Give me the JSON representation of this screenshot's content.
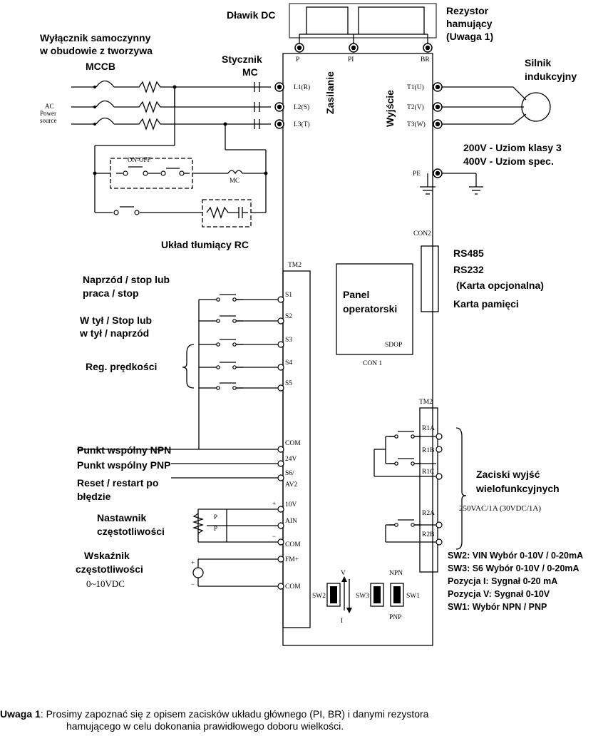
{
  "labels": {
    "dc_choke": "Dławik DC",
    "brake_resistor": [
      "Rezystor",
      "hamujący",
      "(Uwaga 1)"
    ],
    "mccb_title": [
      "Wyłącznik samoczynny",
      "w obudowie z tworzywa",
      "MCCB"
    ],
    "contactor": [
      "Stycznik",
      "MC"
    ],
    "ac_source": [
      "AC",
      "Power",
      "source"
    ],
    "supply": "Zasilanie",
    "output": "Wyjście",
    "motor": [
      "Silnik",
      "indukcyjny"
    ],
    "grounding": [
      "200V - Uziom klasy 3",
      "400V - Uziom spec."
    ],
    "on_off": "ON-OFF",
    "mc_coil": "MC",
    "rc_snubber": "Układ tłumiący RC",
    "tm2": "TM2",
    "con2": "CON2",
    "comm": [
      "RS485",
      "RS232",
      "(Karta opcjonalna)",
      "Karta pamięci"
    ],
    "operator_panel": [
      "Panel",
      "operatorski"
    ],
    "sdop": "SDOP",
    "con1": "CON 1",
    "forward_stop": [
      "Naprzód / stop lub",
      "praca / stop"
    ],
    "reverse_stop": [
      "W tył / Stop lub",
      "w tył / naprzód"
    ],
    "speed_reg": "Reg. prędkości",
    "npn_common": "Punkt wspólny NPN",
    "pnp_common": "Punkt wspólny PNP",
    "reset": [
      "Reset / restart po",
      "błędzie"
    ],
    "freq_setter": [
      "Nastawnik",
      "częstotliwości"
    ],
    "freq_meter": [
      "Wskaźnik",
      "częstotliwości",
      "0~10VDC"
    ],
    "multi_output": [
      "Zaciski wyjść",
      "wielofunkcyjnych"
    ],
    "relay_rating": "250VAC/1A (30VDC/1A)",
    "sw_notes": [
      "SW2: VIN Wybór 0-10V / 0-20mA",
      "SW3: S6  Wybór 0-10V / 0-20mA",
      "Pozycja I:   Sygnał  0-20 mA",
      "Pozycja V:  Sygnał 0-10V",
      "SW1: Wybór NPN / PNP"
    ],
    "sw2": "SW2",
    "sw3": "SW3",
    "sw1": "SW1",
    "v": "V",
    "i": "I",
    "npn": "NPN",
    "pnp": "PNP",
    "pot_p": "P"
  },
  "terminals": {
    "top": [
      "P",
      "PI",
      "BR"
    ],
    "input": [
      "L1(R)",
      "L2(S)",
      "L3(T)"
    ],
    "output": [
      "T1(U)",
      "T2(V)",
      "T3(W)"
    ],
    "pe": "PE",
    "control": [
      "S1",
      "S2",
      "S3",
      "S4",
      "S5",
      "COM",
      "24V",
      "S6/",
      "AV2",
      "10V",
      "AIN",
      "COM",
      "FM+",
      "COM"
    ],
    "relay": [
      "R1A",
      "R1B",
      "R1C",
      "R2A",
      "R2B"
    ]
  },
  "note": {
    "label": "Uwaga 1",
    "text1": ":  Prosimy zapoznać się z opisem zacisków układu głównego (PI, BR) i danymi rezystora",
    "text2": "hamującego w celu dokonania prawidłowego doboru wielkości."
  }
}
